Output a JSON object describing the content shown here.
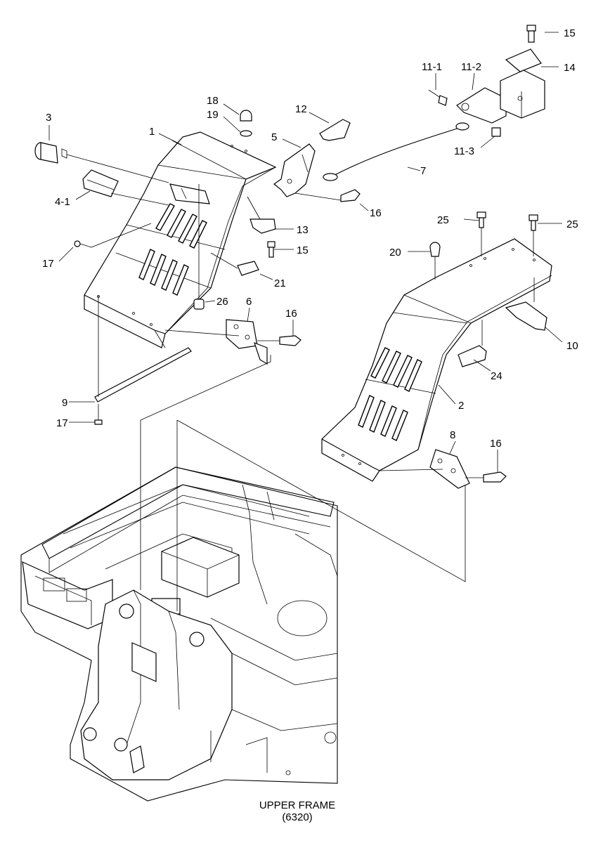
{
  "caption": {
    "title": "UPPER FRAME",
    "code": "(6320)"
  },
  "callouts": [
    {
      "id": "c1",
      "label": "1"
    },
    {
      "id": "c2",
      "label": "2"
    },
    {
      "id": "c3",
      "label": "3"
    },
    {
      "id": "c4-1",
      "label": "4-1"
    },
    {
      "id": "c5",
      "label": "5"
    },
    {
      "id": "c6",
      "label": "6"
    },
    {
      "id": "c7",
      "label": "7"
    },
    {
      "id": "c8",
      "label": "8"
    },
    {
      "id": "c9",
      "label": "9"
    },
    {
      "id": "c10",
      "label": "10"
    },
    {
      "id": "c11-1",
      "label": "11-1"
    },
    {
      "id": "c11-2",
      "label": "11-2"
    },
    {
      "id": "c11-3",
      "label": "11-3"
    },
    {
      "id": "c12",
      "label": "12"
    },
    {
      "id": "c13",
      "label": "13"
    },
    {
      "id": "c14",
      "label": "14"
    },
    {
      "id": "c15a",
      "label": "15"
    },
    {
      "id": "c15b",
      "label": "15"
    },
    {
      "id": "c16a",
      "label": "16"
    },
    {
      "id": "c16b",
      "label": "16"
    },
    {
      "id": "c16c",
      "label": "16"
    },
    {
      "id": "c17a",
      "label": "17"
    },
    {
      "id": "c17b",
      "label": "17"
    },
    {
      "id": "c18",
      "label": "18"
    },
    {
      "id": "c19",
      "label": "19"
    },
    {
      "id": "c20",
      "label": "20"
    },
    {
      "id": "c21",
      "label": "21"
    },
    {
      "id": "c24",
      "label": "24"
    },
    {
      "id": "c25a",
      "label": "25"
    },
    {
      "id": "c25b",
      "label": "25"
    },
    {
      "id": "c26",
      "label": "26"
    }
  ]
}
